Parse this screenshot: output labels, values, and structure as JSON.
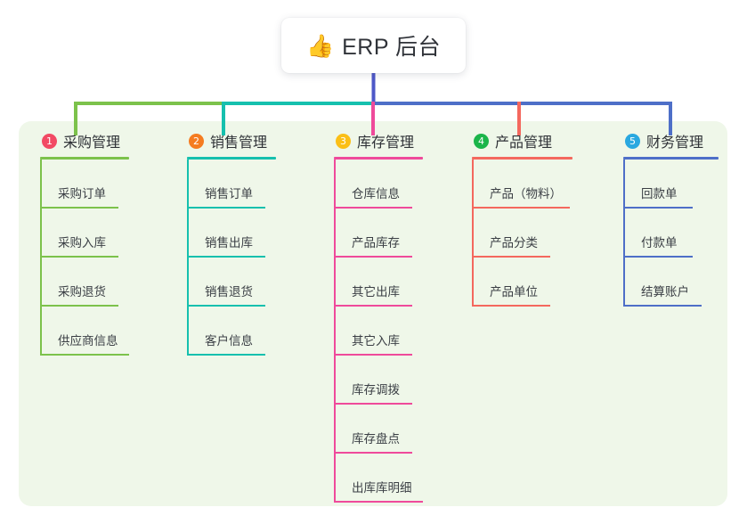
{
  "diagram": {
    "type": "mindmap",
    "background_color": "#ffffff",
    "panel_color": "#eff7e9",
    "root": {
      "icon": "thumbs-up-icon",
      "icon_glyph": "👍",
      "label": "ERP 后台"
    },
    "trunk_color": "#4e58c8",
    "branches": [
      {
        "number": "1",
        "title": "采购管理",
        "badge_color": "#f24a64",
        "line_color": "#7cc24b",
        "leaves": [
          "采购订单",
          "采购入库",
          "采购退货",
          "供应商信息"
        ]
      },
      {
        "number": "2",
        "title": "销售管理",
        "badge_color": "#f57c20",
        "line_color": "#16c0ae",
        "leaves": [
          "销售订单",
          "销售出库",
          "销售退货",
          "客户信息"
        ]
      },
      {
        "number": "3",
        "title": "库存管理",
        "badge_color": "#fbbf16",
        "line_color": "#ef4a9b",
        "leaves": [
          "仓库信息",
          "产品库存",
          "其它出库",
          "其它入库",
          "库存调拨",
          "库存盘点",
          "出库库明细"
        ]
      },
      {
        "number": "4",
        "title": "产品管理",
        "badge_color": "#1bb54a",
        "line_color": "#f4685e",
        "leaves": [
          "产品（物料）",
          "产品分类",
          "产品单位"
        ]
      },
      {
        "number": "5",
        "title": "财务管理",
        "badge_color": "#29a8e0",
        "line_color": "#4e6fc8",
        "leaves": [
          "回款单",
          "付款单",
          "结算账户"
        ]
      }
    ]
  }
}
